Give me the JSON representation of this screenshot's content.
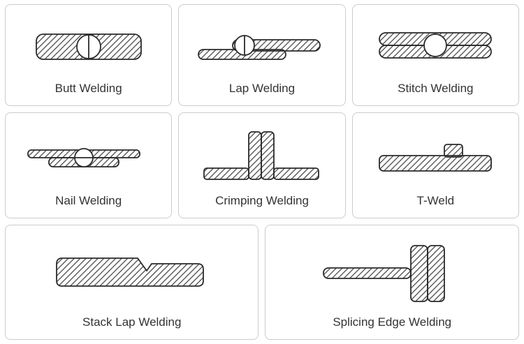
{
  "page": {
    "background": "#ffffff",
    "border_color": "#cccccc",
    "label_color": "#333333",
    "stroke_color": "#2b2b2b",
    "hatch_color": "#3c3c3c"
  },
  "cells": [
    {
      "label": "Butt Welding",
      "diagram": "butt-welding-diagram"
    },
    {
      "label": "Lap Welding",
      "diagram": "lap-welding-diagram"
    },
    {
      "label": "Stitch Welding",
      "diagram": "stitch-welding-diagram"
    },
    {
      "label": "Nail Welding",
      "diagram": "nail-welding-diagram"
    },
    {
      "label": "Crimping Welding",
      "diagram": "crimping-welding-diagram"
    },
    {
      "label": "T-Weld",
      "diagram": "t-weld-diagram"
    },
    {
      "label": "Stack Lap Welding",
      "diagram": "stack-lap-welding-diagram"
    },
    {
      "label": "Splicing Edge Welding",
      "diagram": "splicing-edge-welding-diagram"
    }
  ]
}
